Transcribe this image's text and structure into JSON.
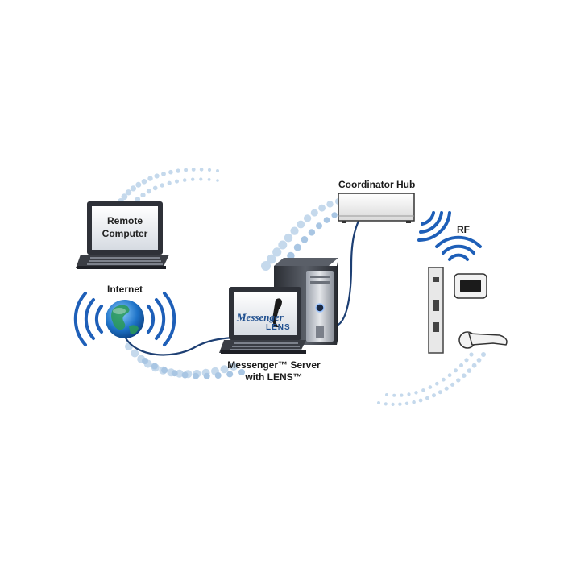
{
  "labels": {
    "coordinator_hub": "Coordinator Hub",
    "rf": "RF",
    "remote_computer_line1": "Remote",
    "remote_computer_line2": "Computer",
    "internet": "Internet",
    "server_line1": "Messenger™ Server",
    "server_line2": "with LENS™",
    "screen_brand_line1": "Messenger",
    "screen_brand_line2": "LENS"
  },
  "colors": {
    "dots": "#c5d9ec",
    "dots_dark": "#a9c6e3",
    "cable": "#1d3f73",
    "signal_waves": "#1e5fb8",
    "tower": "#3c4048",
    "hub": "#f3f3f3"
  },
  "icons": [
    "laptop-icon",
    "globe-icon",
    "server-tower-icon",
    "coordinator-hub-icon",
    "door-lock-icon",
    "wireless-signal-icon"
  ]
}
